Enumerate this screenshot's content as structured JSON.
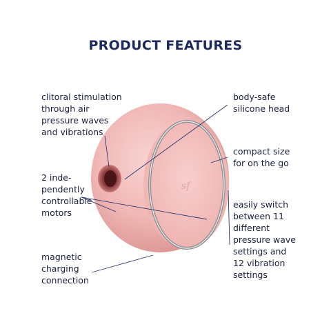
{
  "title": "PRODUCT FEATURES",
  "callouts": {
    "clitoral": "clitoral stimulation\nthrough air\npressure waves\nand vibrations",
    "motors": "2 inde-\npendently\ncontrollable\nmotors",
    "magnetic": "magnetic\ncharging\nconnection",
    "silicone": "body-safe\nsilicone head",
    "compact": "compact size\nfor on the go",
    "switch": "easily switch\nbetween 11\ndifferent\npressure wave\nsettings and\n12 vibration\nsettings"
  },
  "logo_icon": "satisfyer-logo-icon",
  "colors": {
    "title": "#1f2a5c",
    "text": "#1a1f3c",
    "device_pink": "#f0b7b5",
    "line": "#2a3570"
  }
}
